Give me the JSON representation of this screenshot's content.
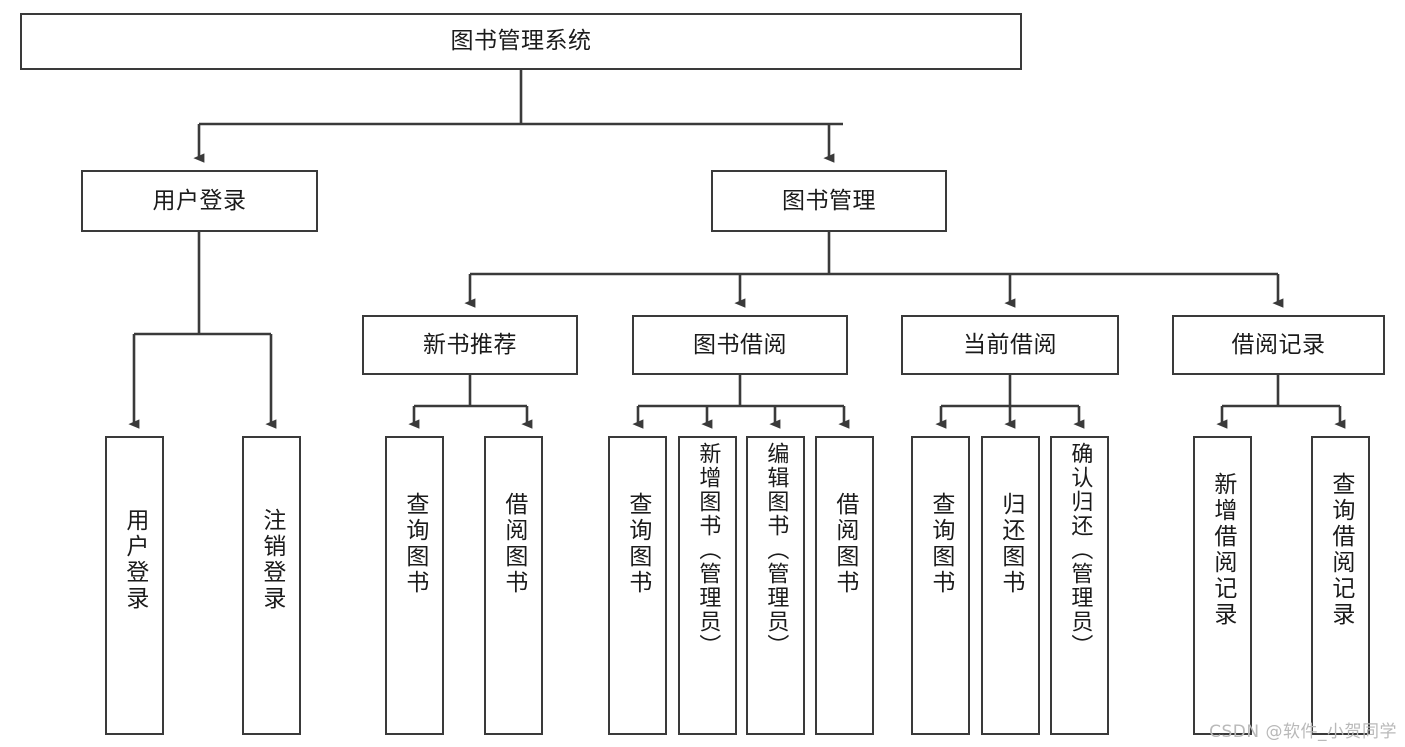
{
  "diagram": {
    "title": "图书管理系统",
    "type": "tree-hierarchy-chart",
    "root": {
      "label": "图书管理系统"
    },
    "level2": [
      {
        "label": "用户登录"
      },
      {
        "label": "图书管理"
      }
    ],
    "level3": [
      {
        "label": "新书推荐"
      },
      {
        "label": "图书借阅"
      },
      {
        "label": "当前借阅"
      },
      {
        "label": "借阅记录"
      }
    ],
    "leaves": {
      "user_login": [
        {
          "label": "用户登录"
        },
        {
          "label": "注销登录"
        }
      ],
      "new_book_recommend": [
        {
          "label": "查询图书"
        },
        {
          "label": "借阅图书"
        }
      ],
      "book_borrow": [
        {
          "label": "查询图书"
        },
        {
          "label": "新增图书（管理员）"
        },
        {
          "label": "编辑图书（管理员）"
        },
        {
          "label": "借阅图书"
        }
      ],
      "current_borrow": [
        {
          "label": "查询图书"
        },
        {
          "label": "归还图书"
        },
        {
          "label": "确认归还（管理员）"
        }
      ],
      "borrow_record": [
        {
          "label": "新增借阅记录"
        },
        {
          "label": "查询借阅记录"
        }
      ]
    }
  },
  "watermark": {
    "text": "CSDN @软件_小贺同学"
  },
  "colors": {
    "stroke": "#3a3a3a",
    "background": "#ffffff",
    "text": "#1b1b1b",
    "watermark": "#b9b9b9"
  }
}
